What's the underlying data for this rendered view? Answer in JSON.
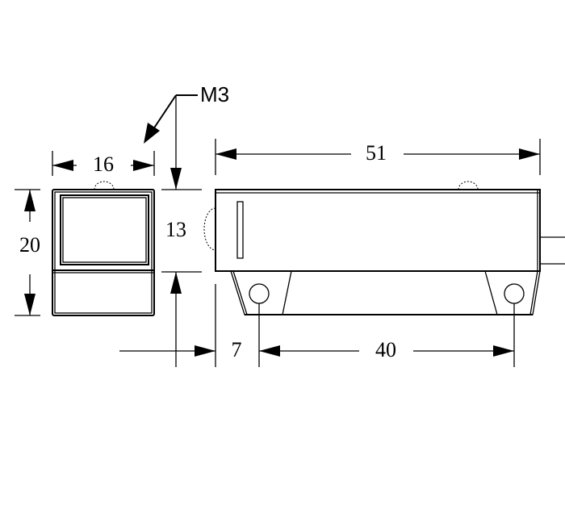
{
  "drawing": {
    "thread_label": "M3",
    "dimensions": {
      "front_width": "16",
      "front_height": "20",
      "lens_height": "13",
      "body_length": "51",
      "hole_offset": "7",
      "hole_spacing": "40"
    }
  }
}
